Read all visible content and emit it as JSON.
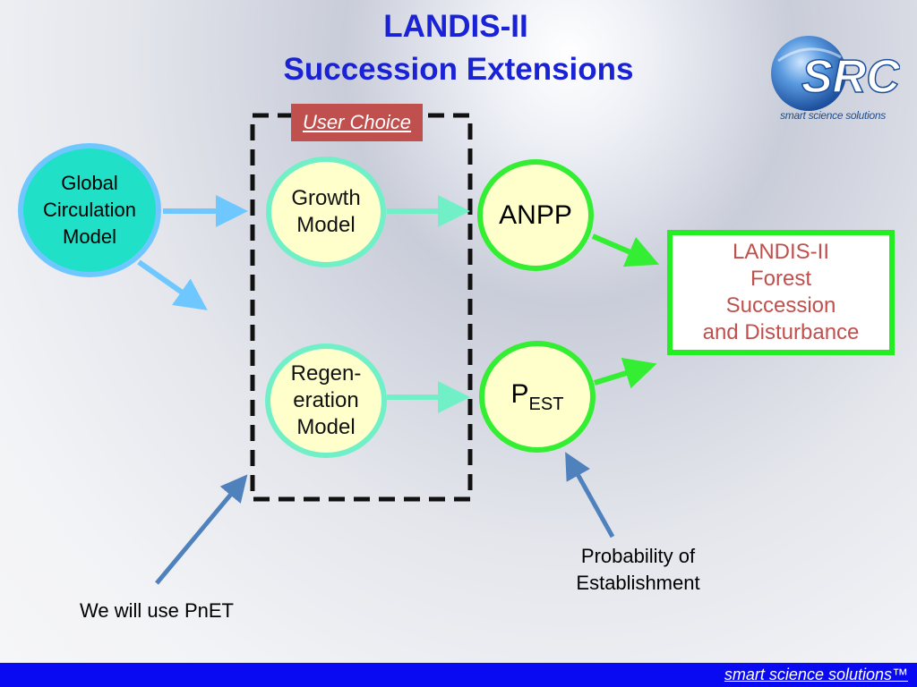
{
  "title": {
    "line1": "LANDIS-II",
    "line2": "Succession Extensions"
  },
  "logo": {
    "text": "SRC",
    "tagline": "smart science solutions"
  },
  "user_choice": "User Choice",
  "nodes": {
    "gcm": [
      "Global",
      "Circulation",
      "Model"
    ],
    "growth": [
      "Growth",
      "Model"
    ],
    "regeneration": [
      "Regen-",
      "eration",
      "Model"
    ],
    "anpp": "ANPP",
    "pest_main": "P",
    "pest_sub": "EST"
  },
  "landis_box": [
    "LANDIS-II",
    "Forest",
    "Succession",
    "and Disturbance"
  ],
  "notes": {
    "pnet": "We will use PnET",
    "probability": [
      "Probability of",
      "Establishment"
    ]
  },
  "footer": "smart science solutions™",
  "colors": {
    "title": "#1a22d6",
    "gcm_fill": "#21e0c8",
    "gcm_border": "#6ec8ff",
    "model_fill": "#ffffcc",
    "model_border": "#71f0c8",
    "green": "#33ee33",
    "user_choice_bg": "#c0504d",
    "landis_text": "#c0504d",
    "footer_bg": "#0a0af2",
    "blue_arrow": "#4f81bd"
  }
}
